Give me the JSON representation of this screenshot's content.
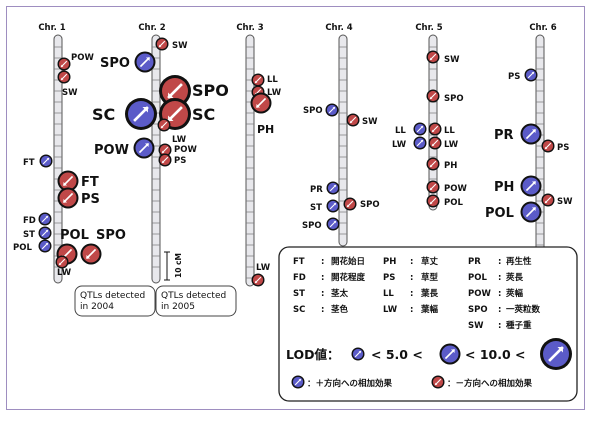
{
  "colors": {
    "positive": "#5b5bc8",
    "negative": "#c04848",
    "chromosome": "#e8e8ec",
    "frame": "#9e8ec0"
  },
  "chromosomes": [
    {
      "label": "Chr. 1"
    },
    {
      "label": "Chr. 2"
    },
    {
      "label": "Chr. 3"
    },
    {
      "label": "Chr. 4"
    },
    {
      "label": "Chr. 5"
    },
    {
      "label": "Chr. 6"
    }
  ],
  "qtls": [
    {
      "chr": 1,
      "trait": "POW",
      "effect": "negative",
      "lod": "small"
    },
    {
      "chr": 1,
      "trait": "SW",
      "effect": "negative",
      "lod": "small"
    },
    {
      "chr": 1,
      "trait": "FT",
      "effect": "positive",
      "lod": "small"
    },
    {
      "chr": 1,
      "trait": "FT",
      "effect": "negative",
      "lod": "medium"
    },
    {
      "chr": 1,
      "trait": "PS",
      "effect": "negative",
      "lod": "medium"
    },
    {
      "chr": 1,
      "trait": "FD",
      "effect": "positive",
      "lod": "small"
    },
    {
      "chr": 1,
      "trait": "ST",
      "effect": "positive",
      "lod": "small"
    },
    {
      "chr": 1,
      "trait": "POL",
      "effect": "positive",
      "lod": "small"
    },
    {
      "chr": 1,
      "trait": "POL",
      "effect": "negative",
      "lod": "medium"
    },
    {
      "chr": 1,
      "trait": "SPO",
      "effect": "negative",
      "lod": "medium"
    },
    {
      "chr": 1,
      "trait": "LW",
      "effect": "negative",
      "lod": "small"
    },
    {
      "chr": 2,
      "trait": "SW",
      "effect": "negative",
      "lod": "small"
    },
    {
      "chr": 2,
      "trait": "SPO",
      "effect": "positive",
      "lod": "medium"
    },
    {
      "chr": 2,
      "trait": "SPO",
      "effect": "negative",
      "lod": "large"
    },
    {
      "chr": 2,
      "trait": "SC",
      "effect": "positive",
      "lod": "large"
    },
    {
      "chr": 2,
      "trait": "SC",
      "effect": "negative",
      "lod": "large"
    },
    {
      "chr": 2,
      "trait": "LW",
      "effect": "negative",
      "lod": "small"
    },
    {
      "chr": 2,
      "trait": "POW",
      "effect": "positive",
      "lod": "medium"
    },
    {
      "chr": 2,
      "trait": "POW",
      "effect": "negative",
      "lod": "small"
    },
    {
      "chr": 2,
      "trait": "PS",
      "effect": "negative",
      "lod": "small"
    },
    {
      "chr": 3,
      "trait": "LL",
      "effect": "negative",
      "lod": "small"
    },
    {
      "chr": 3,
      "trait": "LW",
      "effect": "negative",
      "lod": "small"
    },
    {
      "chr": 3,
      "trait": "PH",
      "effect": "negative",
      "lod": "medium"
    },
    {
      "chr": 3,
      "trait": "LW",
      "effect": "negative",
      "lod": "small"
    },
    {
      "chr": 4,
      "trait": "SPO",
      "effect": "positive",
      "lod": "small"
    },
    {
      "chr": 4,
      "trait": "SW",
      "effect": "negative",
      "lod": "small"
    },
    {
      "chr": 4,
      "trait": "PR",
      "effect": "positive",
      "lod": "small"
    },
    {
      "chr": 4,
      "trait": "ST",
      "effect": "positive",
      "lod": "small"
    },
    {
      "chr": 4,
      "trait": "SPO",
      "effect": "negative",
      "lod": "small"
    },
    {
      "chr": 4,
      "trait": "SPO",
      "effect": "positive",
      "lod": "small"
    },
    {
      "chr": 5,
      "trait": "SW",
      "effect": "negative",
      "lod": "small"
    },
    {
      "chr": 5,
      "trait": "SPO",
      "effect": "negative",
      "lod": "small"
    },
    {
      "chr": 5,
      "trait": "LL",
      "effect": "positive",
      "lod": "small"
    },
    {
      "chr": 5,
      "trait": "LL",
      "effect": "negative",
      "lod": "small"
    },
    {
      "chr": 5,
      "trait": "LW",
      "effect": "positive",
      "lod": "small"
    },
    {
      "chr": 5,
      "trait": "LW",
      "effect": "negative",
      "lod": "small"
    },
    {
      "chr": 5,
      "trait": "PH",
      "effect": "negative",
      "lod": "small"
    },
    {
      "chr": 5,
      "trait": "POW",
      "effect": "negative",
      "lod": "small"
    },
    {
      "chr": 5,
      "trait": "POL",
      "effect": "negative",
      "lod": "small"
    },
    {
      "chr": 6,
      "trait": "PS",
      "effect": "positive",
      "lod": "small"
    },
    {
      "chr": 6,
      "trait": "PR",
      "effect": "positive",
      "lod": "medium"
    },
    {
      "chr": 6,
      "trait": "PS",
      "effect": "negative",
      "lod": "small"
    },
    {
      "chr": 6,
      "trait": "PH",
      "effect": "positive",
      "lod": "medium"
    },
    {
      "chr": 6,
      "trait": "POL",
      "effect": "positive",
      "lod": "medium"
    },
    {
      "chr": 6,
      "trait": "SW",
      "effect": "negative",
      "lod": "small"
    }
  ],
  "scale_bar_label": "10 cM",
  "year_boxes": [
    {
      "text": [
        "QTLs detected",
        "in 2004"
      ]
    },
    {
      "text": [
        "QTLs detected",
        "in 2005"
      ]
    }
  ],
  "legend": {
    "traits": [
      {
        "abbr": "FT",
        "sep": ":",
        "name": "開花始日"
      },
      {
        "abbr": "FD",
        "sep": ":",
        "name": "開花程度"
      },
      {
        "abbr": "ST",
        "sep": ":",
        "name": "茎太"
      },
      {
        "abbr": "SC",
        "sep": ":",
        "name": "茎色"
      },
      {
        "abbr": "PH",
        "sep": ":",
        "name": "草丈"
      },
      {
        "abbr": "PS",
        "sep": ":",
        "name": "草型"
      },
      {
        "abbr": "LL",
        "sep": ":",
        "name": "葉長"
      },
      {
        "abbr": "LW",
        "sep": ":",
        "name": "葉幅"
      },
      {
        "abbr": "PR",
        "sep": ":",
        "name": "再生性"
      },
      {
        "abbr": "POL",
        "sep": ":",
        "name": "莢長"
      },
      {
        "abbr": "POW",
        "sep": ":",
        "name": "莢幅"
      },
      {
        "abbr": "SPO",
        "sep": ":",
        "name": "一莢粒数"
      },
      {
        "abbr": "SW",
        "sep": ":",
        "name": "種子重"
      }
    ],
    "lod_label": "LOD値：",
    "lod_threshold_1": "< 5.0 <",
    "lod_threshold_2": "< 10.0 <",
    "positive_label": "：＋方向への相加効果",
    "negative_label": "：－方向への相加効果"
  }
}
